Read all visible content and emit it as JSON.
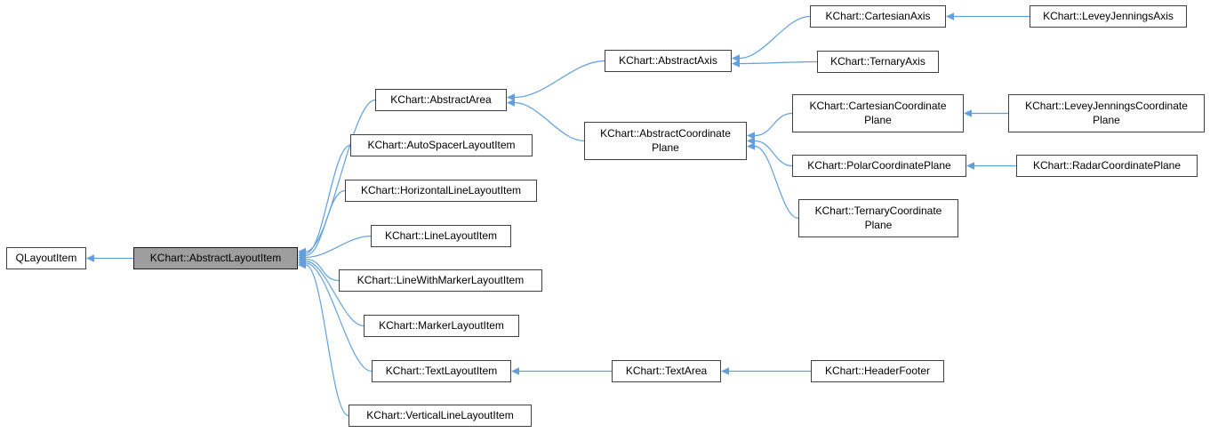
{
  "diagram": {
    "type": "class-inheritance-graph",
    "colors": {
      "edge": "#61a0dc",
      "box_border": "#404040",
      "box_fill": "#ffffff",
      "highlight_fill": "#9e9e9e",
      "background": "#ffffff"
    },
    "nodes": [
      {
        "id": "qlayoutitem",
        "label": "QLayoutItem",
        "lines": [
          "QLayoutItem"
        ],
        "highlight": false
      },
      {
        "id": "abstractlayoutitem",
        "label": "KChart::AbstractLayoutItem",
        "lines": [
          "KChart::AbstractLayoutItem"
        ],
        "highlight": true
      },
      {
        "id": "abstractarea",
        "label": "KChart::AbstractArea",
        "lines": [
          "KChart::AbstractArea"
        ],
        "highlight": false
      },
      {
        "id": "autospacerlayoutitem",
        "label": "KChart::AutoSpacerLayoutItem",
        "lines": [
          "KChart::AutoSpacerLayoutItem"
        ],
        "highlight": false
      },
      {
        "id": "horizontallinelayoutitem",
        "label": "KChart::HorizontalLineLayoutItem",
        "lines": [
          "KChart::HorizontalLineLayoutItem"
        ],
        "highlight": false
      },
      {
        "id": "linelayoutitem",
        "label": "KChart::LineLayoutItem",
        "lines": [
          "KChart::LineLayoutItem"
        ],
        "highlight": false
      },
      {
        "id": "linewithmarkerlayoutitem",
        "label": "KChart::LineWithMarkerLayoutItem",
        "lines": [
          "KChart::LineWithMarkerLayoutItem"
        ],
        "highlight": false
      },
      {
        "id": "markerlayoutitem",
        "label": "KChart::MarkerLayoutItem",
        "lines": [
          "KChart::MarkerLayoutItem"
        ],
        "highlight": false
      },
      {
        "id": "textlayoutitem",
        "label": "KChart::TextLayoutItem",
        "lines": [
          "KChart::TextLayoutItem"
        ],
        "highlight": false
      },
      {
        "id": "verticallinelayoutitem",
        "label": "KChart::VerticalLineLayoutItem",
        "lines": [
          "KChart::VerticalLineLayoutItem"
        ],
        "highlight": false
      },
      {
        "id": "abstractaxis",
        "label": "KChart::AbstractAxis",
        "lines": [
          "KChart::AbstractAxis"
        ],
        "highlight": false
      },
      {
        "id": "abstractcoordinateplane",
        "label": "KChart::AbstractCoordinatePlane",
        "lines": [
          "KChart::AbstractCoordinate",
          "Plane"
        ],
        "highlight": false
      },
      {
        "id": "cartesianaxis",
        "label": "KChart::CartesianAxis",
        "lines": [
          "KChart::CartesianAxis"
        ],
        "highlight": false
      },
      {
        "id": "ternaryaxis",
        "label": "KChart::TernaryAxis",
        "lines": [
          "KChart::TernaryAxis"
        ],
        "highlight": false
      },
      {
        "id": "leveyjenningsaxis",
        "label": "KChart::LeveyJenningsAxis",
        "lines": [
          "KChart::LeveyJenningsAxis"
        ],
        "highlight": false
      },
      {
        "id": "cartesiancoordinateplane",
        "label": "KChart::CartesianCoordinatePlane",
        "lines": [
          "KChart::CartesianCoordinate",
          "Plane"
        ],
        "highlight": false
      },
      {
        "id": "leveyjenningscoordinateplane",
        "label": "KChart::LeveyJenningsCoordinatePlane",
        "lines": [
          "KChart::LeveyJenningsCoordinate",
          "Plane"
        ],
        "highlight": false
      },
      {
        "id": "polarcoordinateplane",
        "label": "KChart::PolarCoordinatePlane",
        "lines": [
          "KChart::PolarCoordinatePlane"
        ],
        "highlight": false
      },
      {
        "id": "radarcoordinateplane",
        "label": "KChart::RadarCoordinatePlane",
        "lines": [
          "KChart::RadarCoordinatePlane"
        ],
        "highlight": false
      },
      {
        "id": "ternarycoordinateplane",
        "label": "KChart::TernaryCoordinatePlane",
        "lines": [
          "KChart::TernaryCoordinate",
          "Plane"
        ],
        "highlight": false
      },
      {
        "id": "textarea",
        "label": "KChart::TextArea",
        "lines": [
          "KChart::TextArea"
        ],
        "highlight": false
      },
      {
        "id": "headerfooter",
        "label": "KChart::HeaderFooter",
        "lines": [
          "KChart::HeaderFooter"
        ],
        "highlight": false
      }
    ],
    "edges": [
      {
        "from": "abstractlayoutitem",
        "to": "qlayoutitem"
      },
      {
        "from": "abstractarea",
        "to": "abstractlayoutitem"
      },
      {
        "from": "autospacerlayoutitem",
        "to": "abstractlayoutitem"
      },
      {
        "from": "horizontallinelayoutitem",
        "to": "abstractlayoutitem"
      },
      {
        "from": "linelayoutitem",
        "to": "abstractlayoutitem"
      },
      {
        "from": "linewithmarkerlayoutitem",
        "to": "abstractlayoutitem"
      },
      {
        "from": "markerlayoutitem",
        "to": "abstractlayoutitem"
      },
      {
        "from": "textlayoutitem",
        "to": "abstractlayoutitem"
      },
      {
        "from": "verticallinelayoutitem",
        "to": "abstractlayoutitem"
      },
      {
        "from": "abstractaxis",
        "to": "abstractarea"
      },
      {
        "from": "abstractcoordinateplane",
        "to": "abstractarea"
      },
      {
        "from": "cartesianaxis",
        "to": "abstractaxis"
      },
      {
        "from": "ternaryaxis",
        "to": "abstractaxis"
      },
      {
        "from": "leveyjenningsaxis",
        "to": "cartesianaxis"
      },
      {
        "from": "cartesiancoordinateplane",
        "to": "abstractcoordinateplane"
      },
      {
        "from": "polarcoordinateplane",
        "to": "abstractcoordinateplane"
      },
      {
        "from": "ternarycoordinateplane",
        "to": "abstractcoordinateplane"
      },
      {
        "from": "leveyjenningscoordinateplane",
        "to": "cartesiancoordinateplane"
      },
      {
        "from": "radarcoordinateplane",
        "to": "polarcoordinateplane"
      },
      {
        "from": "textarea",
        "to": "textlayoutitem"
      },
      {
        "from": "headerfooter",
        "to": "textarea"
      }
    ]
  }
}
